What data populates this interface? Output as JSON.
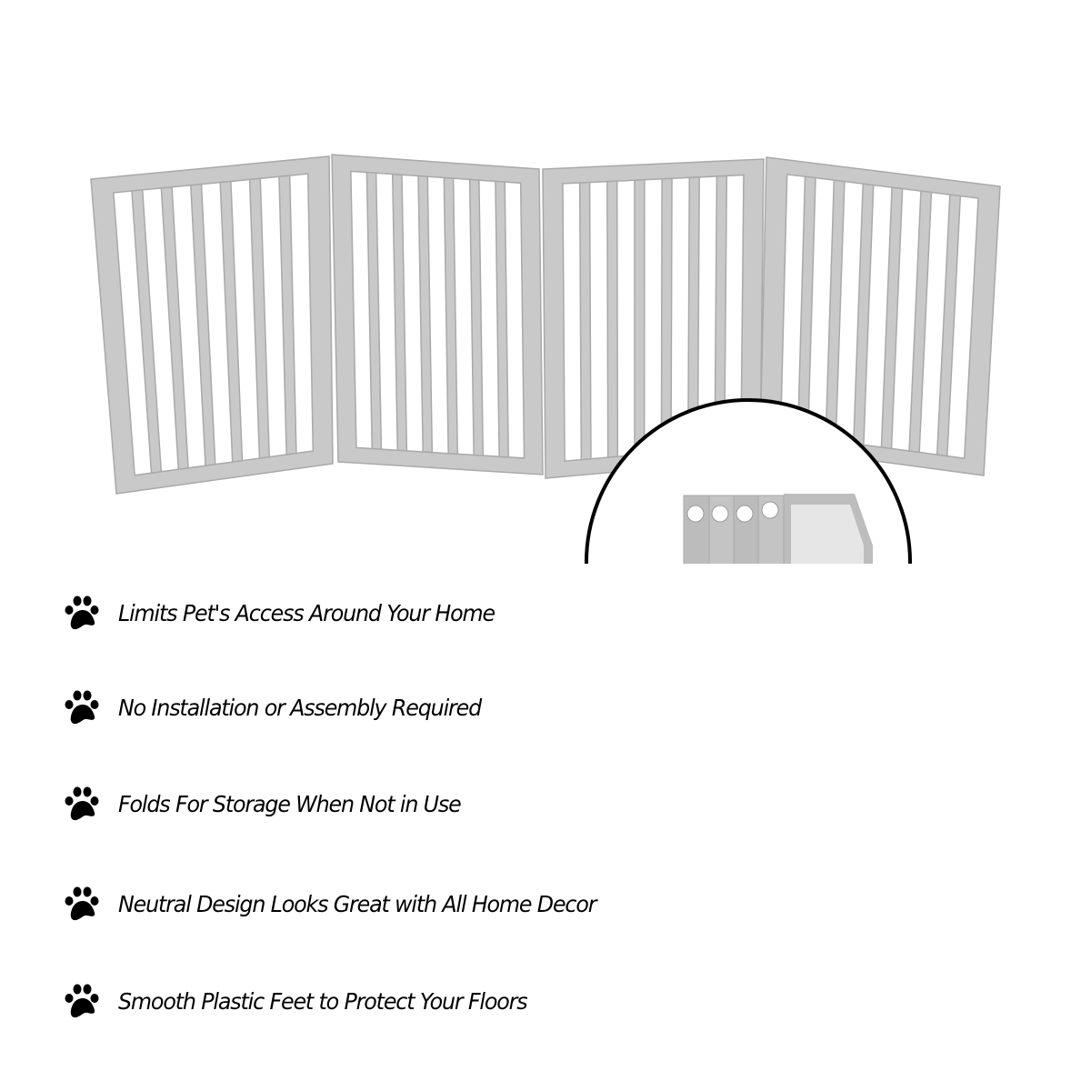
{
  "product": {
    "image": "folding-pet-gate-icon",
    "panel_count": 4,
    "gate_color": "#c9c9c9",
    "gate_shadow": "#a9a9a9"
  },
  "detail_inset": {
    "image": "folded-gate-detail-icon"
  },
  "features": [
    {
      "icon": "paw-icon",
      "text": "Limits Pet's Access Around Your Home"
    },
    {
      "icon": "paw-icon",
      "text": "No Installation or Assembly Required"
    },
    {
      "icon": "paw-icon",
      "text": "Folds For Storage When Not in Use"
    },
    {
      "icon": "paw-icon",
      "text": "Neutral Design Looks Great with All Home Decor"
    },
    {
      "icon": "paw-icon",
      "text": "Smooth Plastic Feet to Protect Your Floors"
    }
  ]
}
